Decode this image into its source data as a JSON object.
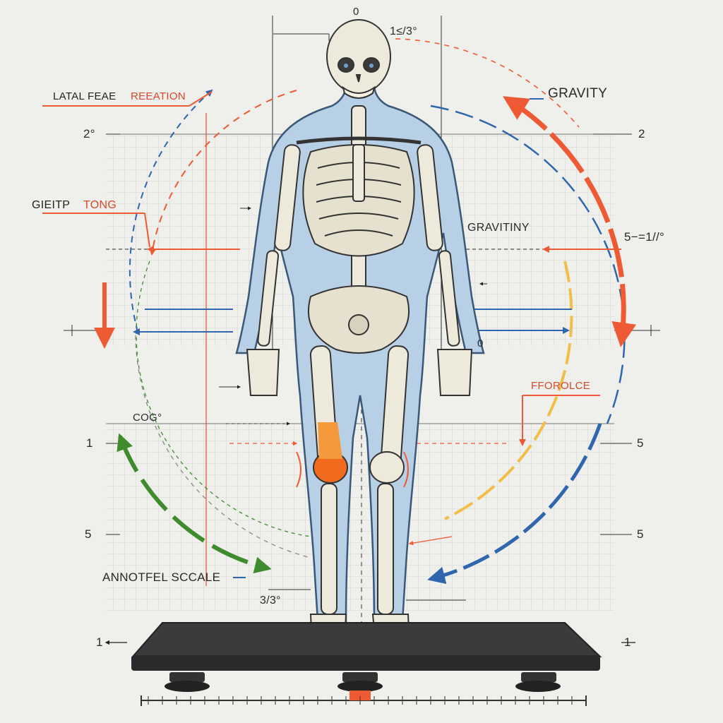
{
  "labels": {
    "left_top_a": "LATAL FEAE",
    "left_top_b": "REEATION",
    "left_mid_a": "GIEITP",
    "left_mid_b": "TONG",
    "cog": "COG°",
    "annot_scale": "ANNOTFEL SCCALE",
    "angle_bottom": "3/3°",
    "top_zero": "0",
    "top_angle": "1≤/3°",
    "gravity": "GRAVITY",
    "gravitiny": "GRAVITINY",
    "right_formula": "5−=1//°",
    "fforolce": "FFOROLCE",
    "hand_zero": "0"
  },
  "scale_left": [
    "2°",
    "1",
    "5"
  ],
  "scale_right": [
    "2",
    "5",
    "5"
  ],
  "platform_left": "1",
  "platform_right": "1",
  "colors": {
    "background": "#efefeb",
    "skin": "#b8d0e6",
    "bone": "#eeeadb",
    "bone_outline": "#3a3a3a",
    "red_orange": "#ee5a34",
    "blue": "#2f66ad",
    "green": "#3f8c2f",
    "yellow": "#f1be4a",
    "platform": "#3b3b3d",
    "highlight_knee": "#f26a1e"
  }
}
